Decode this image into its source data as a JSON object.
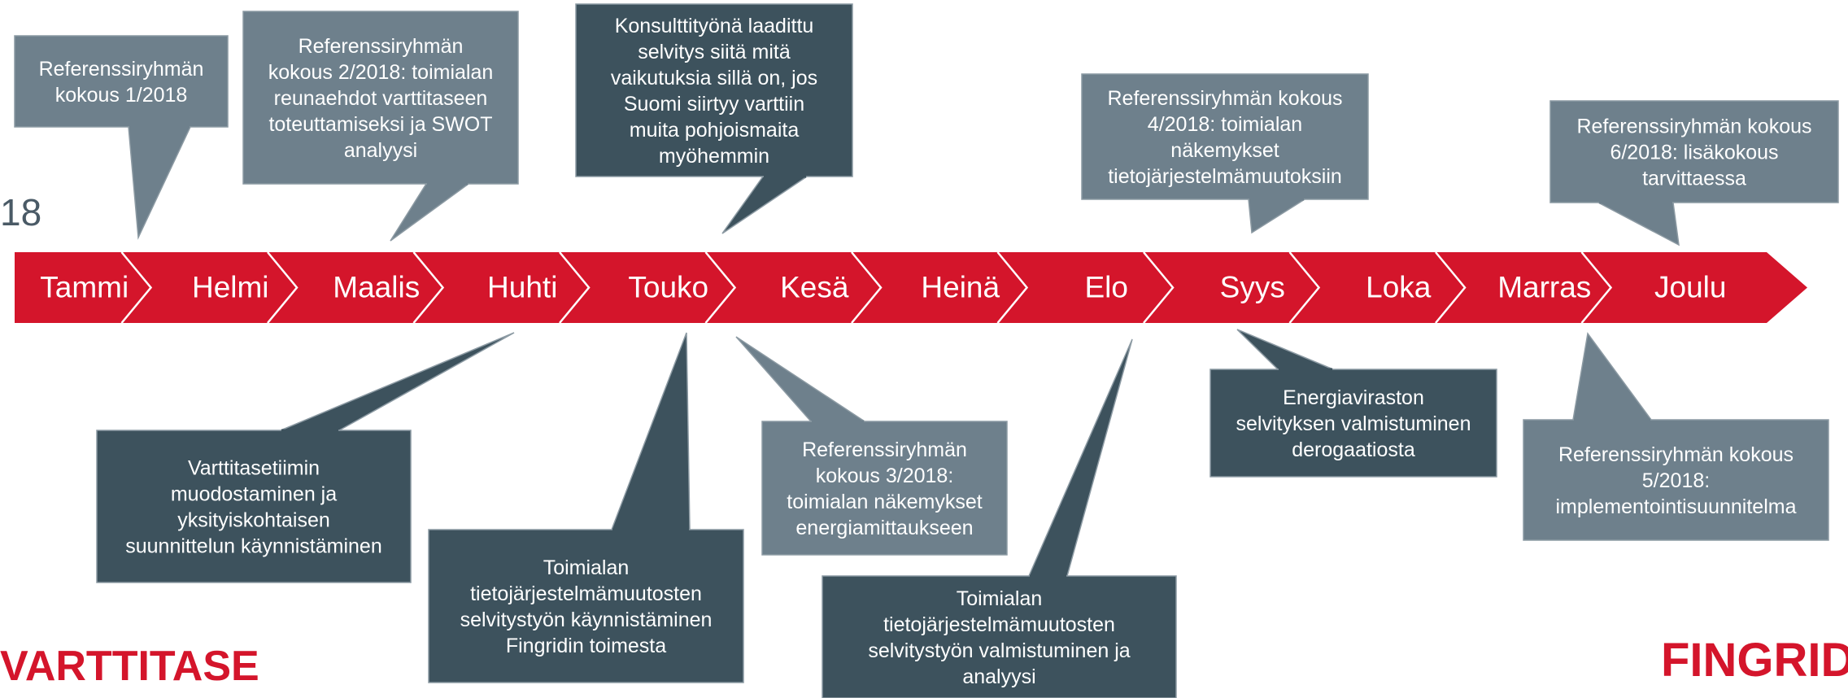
{
  "year_fragment": "18",
  "colors": {
    "band": "#d4152b",
    "light_box": "#6e808c",
    "dark_box": "#3d525d",
    "logo": "#d4152b"
  },
  "months": [
    "Tammi",
    "Helmi",
    "Maalis",
    "Huhti",
    "Touko",
    "Kesä",
    "Heinä",
    "Elo",
    "Syys",
    "Loka",
    "Marras",
    "Joulu"
  ],
  "callouts": [
    {
      "id": "ref-1",
      "tone": "light",
      "lines": [
        "Referenssiryhmän",
        "kokous 1/2018"
      ]
    },
    {
      "id": "ref-2",
      "tone": "light",
      "lines": [
        "Referenssiryhmän",
        "kokous 2/2018: toimialan",
        "reunaehdot varttitaseen",
        "toteuttamiseksi ja SWOT",
        "analyysi"
      ]
    },
    {
      "id": "consult",
      "tone": "dark",
      "lines": [
        "Konsulttityönä laadittu",
        "selvitys siitä mitä",
        "vaikutuksia sillä on, jos",
        "Suomi siirtyy varttiin",
        "muita pohjoismaita",
        "myöhemmin"
      ]
    },
    {
      "id": "ref-4",
      "tone": "light",
      "lines": [
        "Referenssiryhmän kokous",
        "4/2018: toimialan",
        "näkemykset",
        "tietojärjestelmämuutoksiin"
      ]
    },
    {
      "id": "ref-6",
      "tone": "light",
      "lines": [
        "Referenssiryhmän kokous",
        "6/2018: lisäkokous",
        "tarvittaessa"
      ]
    },
    {
      "id": "teams",
      "tone": "dark",
      "lines": [
        "Varttitasetiimin",
        "muodostaminen ja",
        "yksityiskohtaisen",
        "suunnittelun käynnistäminen"
      ]
    },
    {
      "id": "it-start",
      "tone": "dark",
      "lines": [
        "Toimialan",
        "tietojärjestelmämuutosten",
        "selvitystyön käynnistäminen",
        "Fingridin toimesta"
      ]
    },
    {
      "id": "ref-3",
      "tone": "light",
      "lines": [
        "Referenssiryhmän",
        "kokous 3/2018:",
        "toimialan näkemykset",
        "energiamittaukseen"
      ]
    },
    {
      "id": "it-done",
      "tone": "dark",
      "lines": [
        "Toimialan",
        "tietojärjestelmämuutosten",
        "selvitystyön valmistuminen ja",
        "analyysi"
      ]
    },
    {
      "id": "energy",
      "tone": "dark",
      "lines": [
        "Energiaviraston",
        "selvityksen valmistuminen",
        "derogaatiosta"
      ]
    },
    {
      "id": "ref-5",
      "tone": "light",
      "lines": [
        "Referenssiryhmän kokous",
        "5/2018:",
        "implementointisuunnitelma"
      ]
    }
  ],
  "logos": {
    "left": "VARTTITASE",
    "right": "FINGRID"
  }
}
